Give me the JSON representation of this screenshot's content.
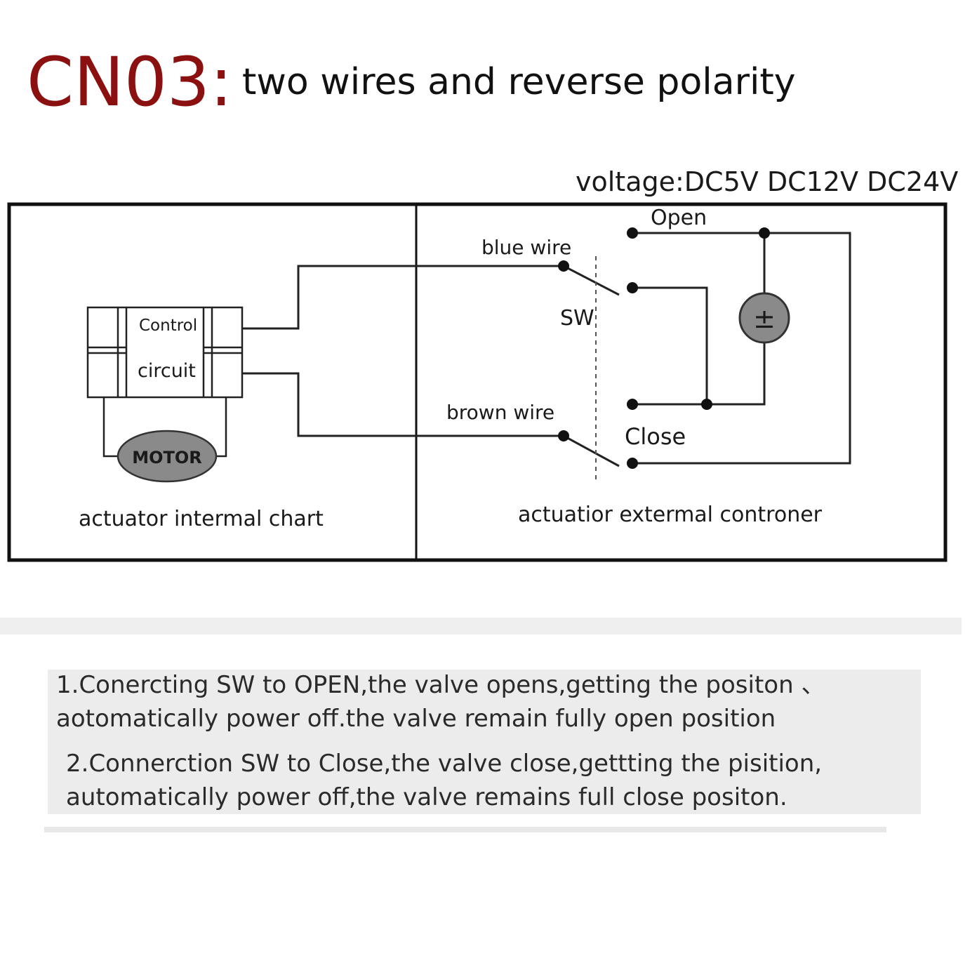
{
  "header": {
    "code": "CN03:",
    "subtitle": "two wires and reverse polarity"
  },
  "diagram": {
    "voltage": "voltage:DC5V DC12V DC24V",
    "internal": {
      "control_label": "Control",
      "circuit_label": "circuit",
      "motor_label": "MOTOR",
      "caption": "actuator intermal chart"
    },
    "external": {
      "blue_wire": "blue wire",
      "brown_wire": "brown wire",
      "switch_label": "SW",
      "open_label": "Open",
      "close_label": "Close",
      "power_symbol": "±",
      "caption": "actuatior extermal controner"
    }
  },
  "notes": [
    {
      "line1": "1.Conercting SW to OPEN,the valve opens,getting the positon 、",
      "line2": "aotomatically power off.the valve remain fully open position"
    },
    {
      "line1": "2.Connerction SW to Close,the valve close,gettting the pisition,",
      "line2": "automatically power off,the valve remains full close positon."
    }
  ],
  "colors": {
    "code": "#8b1010",
    "line": "#111111",
    "motor_fill": "#8a8a8a",
    "power_fill": "#8a8a8a",
    "notes_bg": "#ececec"
  }
}
